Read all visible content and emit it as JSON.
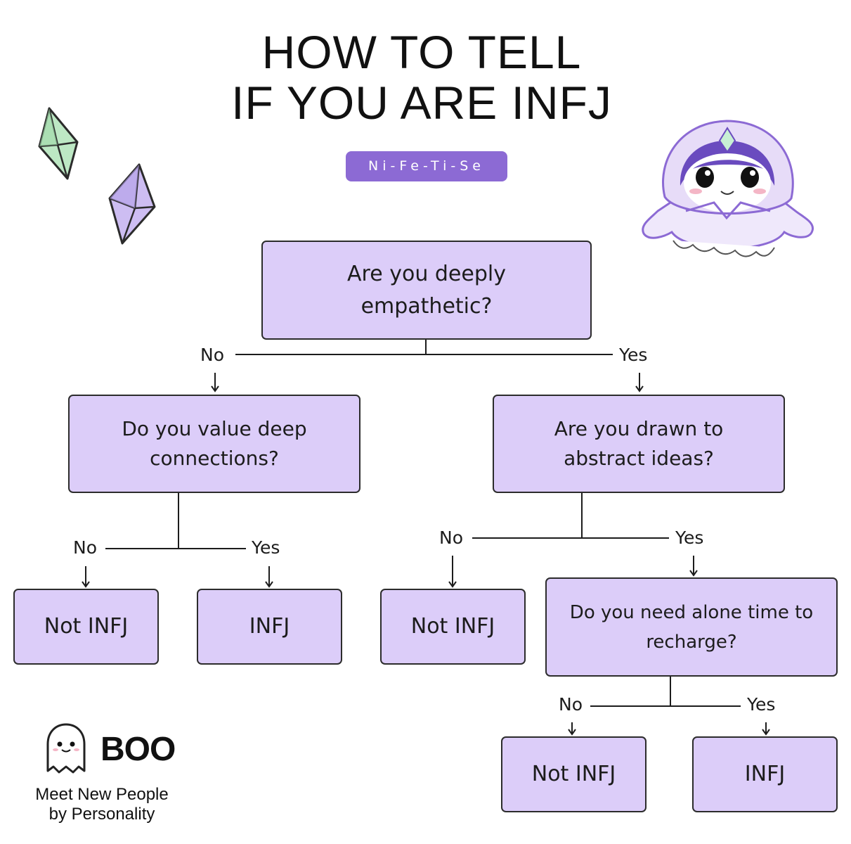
{
  "title": {
    "line1": "HOW TO TELL",
    "line2": "IF YOU ARE INFJ"
  },
  "badge": "Ni-Fe-Ti-Se",
  "nodes": {
    "root": {
      "line1": "Are you deeply",
      "line2": "empathetic?"
    },
    "connections": {
      "line1": "Do you value deep",
      "line2": "connections?"
    },
    "abstract": {
      "line1": "Are you drawn to",
      "line2": "abstract ideas?"
    },
    "alone": {
      "line1": "Do you need alone time to",
      "line2": "recharge?"
    },
    "leaf1": "Not INFJ",
    "leaf2": "INFJ",
    "leaf3": "Not INFJ",
    "leaf4": "Not INFJ",
    "leaf5": "INFJ"
  },
  "labels": {
    "no": "No",
    "yes": "Yes"
  },
  "brand": {
    "name": "BOO",
    "tagline_line1": "Meet New People",
    "tagline_line2": "by Personality"
  },
  "colors": {
    "node_fill": "#dccdf9",
    "badge": "#8c6ad4",
    "line": "#1c1c1c",
    "crystal_green": "#bde8c4",
    "crystal_purple": "#cdbdf2"
  }
}
